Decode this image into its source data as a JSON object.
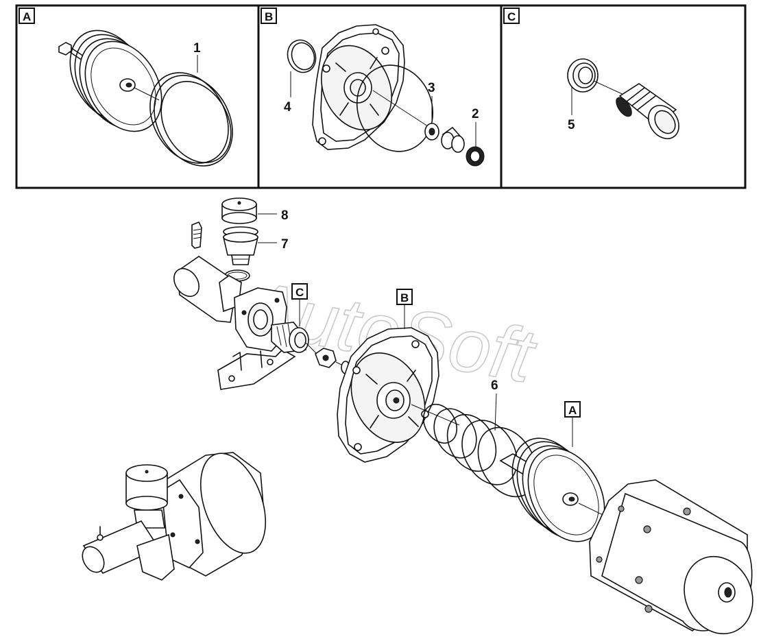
{
  "panels": [
    {
      "id": "panel-a",
      "tag": "A"
    },
    {
      "id": "panel-b",
      "tag": "B"
    },
    {
      "id": "panel-c",
      "tag": "C"
    }
  ],
  "callout_tags": {
    "a": "A",
    "b": "B",
    "c": "C"
  },
  "part_numbers": {
    "p1": "1",
    "p2": "2",
    "p3": "3",
    "p4": "4",
    "p5": "5",
    "p6": "6",
    "p7": "7",
    "p8": "8"
  },
  "watermark": "AutoSoft"
}
